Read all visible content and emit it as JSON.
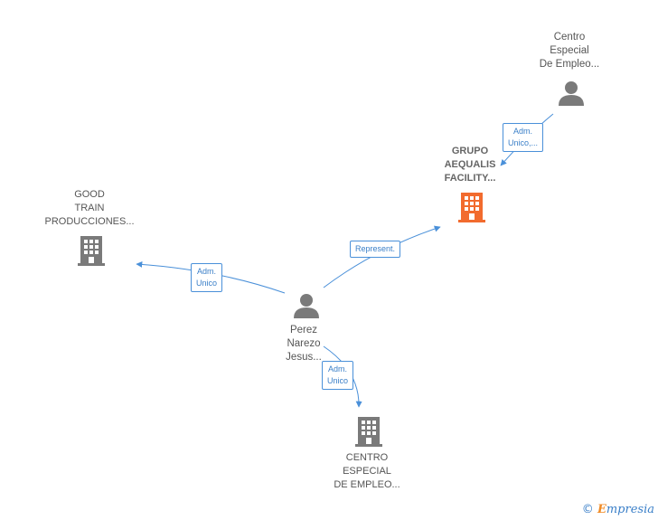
{
  "nodes": {
    "centro_top": {
      "lines": [
        "Centro",
        "Especial",
        "De Empleo..."
      ]
    },
    "grupo": {
      "lines": [
        "GRUPO",
        "AEQUALIS",
        "FACILITY..."
      ]
    },
    "good_train": {
      "lines": [
        "GOOD",
        "TRAIN",
        "PRODUCCIONES..."
      ]
    },
    "perez": {
      "lines": [
        "Perez",
        "Narezo",
        "Jesus..."
      ]
    },
    "centro_bottom": {
      "lines": [
        "CENTRO",
        "ESPECIAL",
        "DE EMPLEO..."
      ]
    }
  },
  "edges": {
    "centro_to_grupo": {
      "lines": [
        "Adm.",
        "Unico,..."
      ]
    },
    "perez_to_grupo": {
      "lines": [
        "Represent."
      ]
    },
    "perez_to_good": {
      "lines": [
        "Adm.",
        "Unico"
      ]
    },
    "perez_to_centro": {
      "lines": [
        "Adm.",
        "Unico"
      ]
    }
  },
  "colors": {
    "edge": "#4a90d9",
    "icon_gray": "#7a7a7a",
    "icon_highlight": "#f26b2e"
  },
  "brand": {
    "copyright": "©",
    "first_letter": "E",
    "rest": "mpresia"
  }
}
